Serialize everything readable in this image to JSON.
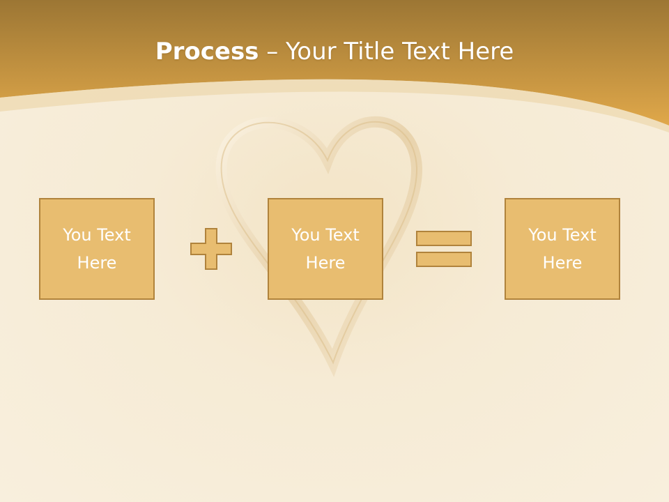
{
  "title": {
    "bold_part": "Process",
    "rest_part": " – Your Title Text Here"
  },
  "process": {
    "steps": [
      {
        "label": "You Text Here"
      },
      {
        "label": "You Text Here"
      },
      {
        "label": "You Text Here"
      }
    ],
    "operators": [
      "plus-icon",
      "equals-icon"
    ]
  },
  "colors": {
    "banner_top": "#9c7634",
    "banner_bottom": "#e0a84a",
    "box_fill": "#e8bd70",
    "box_border": "#b0833c",
    "text": "#ffffff",
    "background": "#f7ecd6"
  }
}
